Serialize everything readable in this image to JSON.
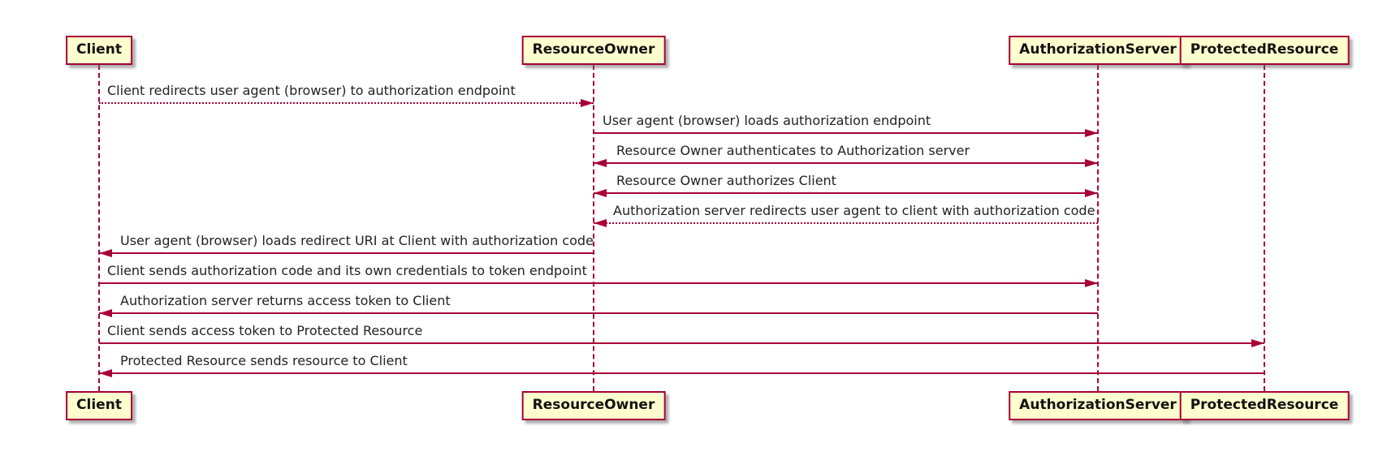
{
  "diagram": {
    "type": "uml-sequence",
    "participants": [
      {
        "name": "Client"
      },
      {
        "name": "ResourceOwner"
      },
      {
        "name": "AuthorizationServer"
      },
      {
        "name": "ProtectedResource"
      }
    ],
    "messages": [
      {
        "from": "Client",
        "to": "ResourceOwner",
        "label": "Client redirects user agent (browser) to authorization endpoint",
        "line": "dotted",
        "arrowheads": "right"
      },
      {
        "from": "ResourceOwner",
        "to": "AuthorizationServer",
        "label": "User agent (browser) loads authorization endpoint",
        "line": "solid",
        "arrowheads": "right"
      },
      {
        "from": "ResourceOwner",
        "to": "AuthorizationServer",
        "label": "Resource Owner authenticates to Authorization server",
        "line": "solid",
        "arrowheads": "both"
      },
      {
        "from": "ResourceOwner",
        "to": "AuthorizationServer",
        "label": "Resource Owner authorizes Client",
        "line": "solid",
        "arrowheads": "both"
      },
      {
        "from": "AuthorizationServer",
        "to": "ResourceOwner",
        "label": "Authorization server redirects user agent to client with authorization code",
        "line": "dotted",
        "arrowheads": "left"
      },
      {
        "from": "ResourceOwner",
        "to": "Client",
        "label": "User agent (browser) loads redirect URI at Client with authorization code",
        "line": "solid",
        "arrowheads": "left"
      },
      {
        "from": "Client",
        "to": "AuthorizationServer",
        "label": "Client sends authorization code and its own credentials to token endpoint",
        "line": "solid",
        "arrowheads": "right"
      },
      {
        "from": "AuthorizationServer",
        "to": "Client",
        "label": "Authorization server returns access token to Client",
        "line": "solid",
        "arrowheads": "left"
      },
      {
        "from": "Client",
        "to": "ProtectedResource",
        "label": "Client sends access token to Protected Resource",
        "line": "solid",
        "arrowheads": "right"
      },
      {
        "from": "ProtectedResource",
        "to": "Client",
        "label": "Protected Resource sends resource to Client",
        "line": "solid",
        "arrowheads": "left"
      }
    ],
    "colors": {
      "accent": "#A80036",
      "participant_fill": "#FEFECE",
      "participant_border": "#A80036",
      "message_text": "#222222",
      "background": "#FFFFFF"
    }
  }
}
